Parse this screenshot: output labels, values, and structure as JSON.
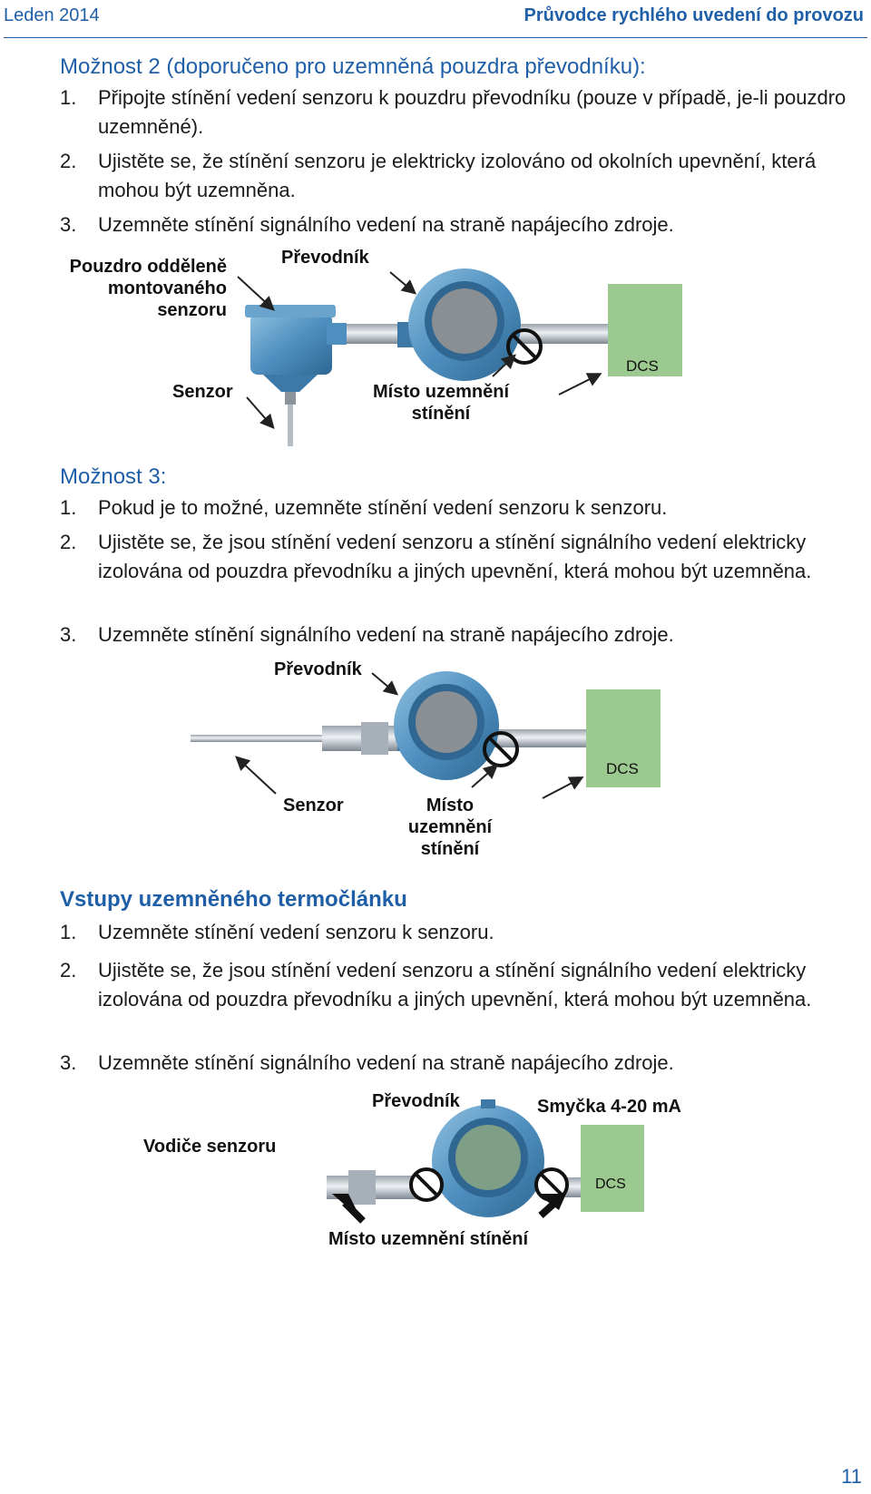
{
  "header": {
    "date": "Leden 2014",
    "title": "Průvodce rychlého uvedení do provozu"
  },
  "option2": {
    "title": "Možnost 2 (doporučeno pro uzemněná pouzdra převodníku):",
    "steps": [
      {
        "num": "1.",
        "text": "Připojte stínění vedení senzoru k pouzdru převodníku (pouze v případě, je-li pouzdro uzemněné)."
      },
      {
        "num": "2.",
        "text": "Ujistěte se, že stínění senzoru je elektricky izolováno od okolních upevnění, která mohou být uzemněna."
      },
      {
        "num": "3.",
        "text": "Uzemněte stínění signálního vedení na straně napájecího zdroje."
      }
    ],
    "figure": {
      "label_housing": "Pouzdro odděleně montovaného senzoru",
      "label_transmitter": "Převodník",
      "label_sensor": "Senzor",
      "label_ground": "Místo uzemnění stínění",
      "dcs": "DCS"
    }
  },
  "option3": {
    "title": "Možnost 3:",
    "steps": [
      {
        "num": "1.",
        "text": "Pokud je to možné, uzemněte stínění vedení senzoru k senzoru."
      },
      {
        "num": "2.",
        "text": "Ujistěte se, že jsou stínění vedení senzoru a stínění signálního vedení elektricky izolována od pouzdra převodníku a jiných upevnění, která mohou být uzemněna."
      },
      {
        "num": "3.",
        "text": "Uzemněte stínění signálního vedení na straně napájecího zdroje."
      }
    ],
    "figure": {
      "label_transmitter": "Převodník",
      "label_sensor": "Senzor",
      "label_ground": "Místo uzemnění stínění",
      "dcs": "DCS"
    }
  },
  "thermocouple": {
    "title": "Vstupy uzemněného termočlánku",
    "steps": [
      {
        "num": "1.",
        "text": "Uzemněte stínění vedení senzoru k senzoru."
      },
      {
        "num": "2.",
        "text": "Ujistěte se, že jsou stínění vedení senzoru a stínění signálního vedení elektricky izolována od pouzdra převodníku a jiných upevnění, která mohou být uzemněna."
      },
      {
        "num": "3.",
        "text": "Uzemněte stínění signálního vedení na straně napájecího zdroje."
      }
    ],
    "figure": {
      "label_transmitter": "Převodník",
      "label_loop": "Smyčka 4-20 mA",
      "label_wires": "Vodiče senzoru",
      "label_ground": "Místo uzemnění stínění",
      "dcs": "DCS"
    }
  },
  "page_number": "11",
  "colors": {
    "accent": "#1f5fa8",
    "device_blue": "#4f8fbf",
    "dcs_green": "#9cc98f"
  }
}
